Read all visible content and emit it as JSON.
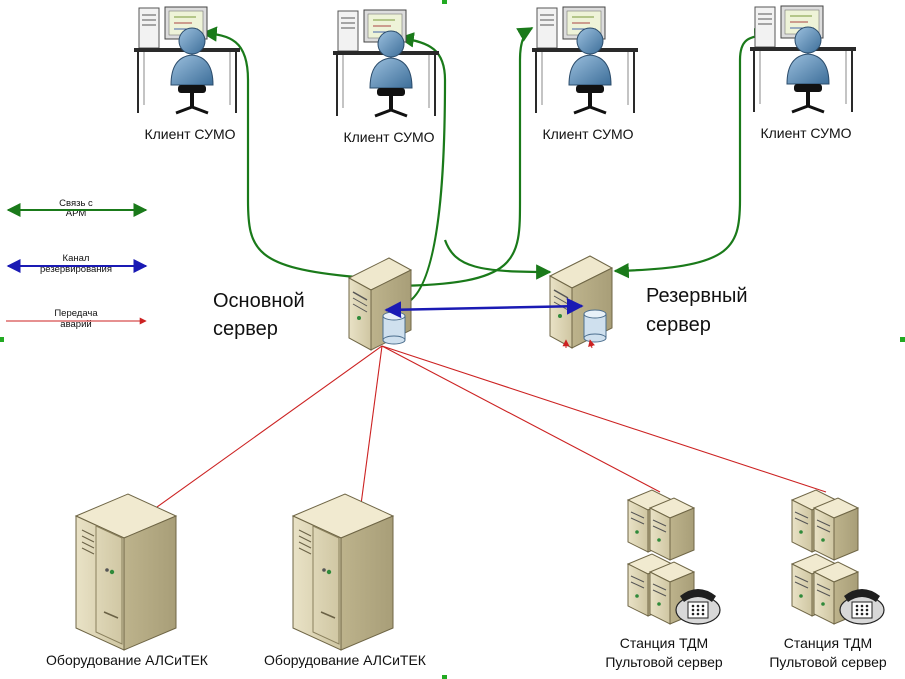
{
  "clients": [
    {
      "label": "Клиент СУМО"
    },
    {
      "label": "Клиент СУМО"
    },
    {
      "label": "Клиент СУМО"
    },
    {
      "label": "Клиент СУМО"
    }
  ],
  "main_server": {
    "line1": "Основной",
    "line2": "сервер"
  },
  "backup_server": {
    "line1": "Резервный",
    "line2": "сервер"
  },
  "equipment": [
    {
      "label": "Оборудование АЛСиТЕК"
    },
    {
      "label": "Оборудование АЛСиТЕК"
    }
  ],
  "stations": [
    {
      "line1": "Станция ТДМ",
      "line2": "Пультовой сервер"
    },
    {
      "line1": "Станция ТДМ",
      "line2": "Пультовой сервер"
    }
  ],
  "legend": [
    {
      "line1": "Связь с",
      "line2": "АРМ",
      "color": "#1a7a1a"
    },
    {
      "line1": "Канал",
      "line2": "резервирования",
      "color": "#1a1ab4"
    },
    {
      "line1": "Передача",
      "line2": "аварий",
      "color": "#cc2222"
    }
  ],
  "colors": {
    "arm_link": "#1a7a1a",
    "reserve_link": "#1a1ab4",
    "alarm_link": "#cc2222"
  }
}
